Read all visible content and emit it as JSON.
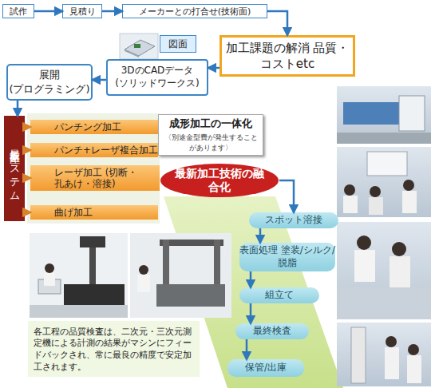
{
  "diagram": {
    "nodes": [
      {
        "text": [
          "試作"
        ]
      },
      {
        "text": [
          "見積り"
        ]
      },
      {
        "text": [
          "メーカーとの打合せ(技術面)"
        ]
      },
      {
        "text": [
          "加工課題の解消 品質・コストetc"
        ]
      },
      {
        "text": [
          "図面"
        ]
      },
      {
        "text": [
          "3DのCADデータ (ソリッドワークス)"
        ]
      },
      {
        "text": [
          "展開 (プログラミング)"
        ]
      },
      {
        "text": [
          "最新鋭生産システム"
        ]
      },
      {
        "text": [
          "パンチング加工"
        ]
      },
      {
        "text": [
          "パンチ+レーザ複合加工"
        ]
      },
      {
        "text": [
          "レーザ加工 (切断・孔あけ・溶接)"
        ]
      },
      {
        "text": [
          "曲げ加工"
        ]
      },
      {
        "text": [
          "成形加工の一体化",
          "〈別途金型費が発生することがあります〉"
        ]
      },
      {
        "text": [
          "最新加工技術の融合化"
        ]
      },
      {
        "text": [
          "スポット溶接"
        ]
      },
      {
        "text": [
          "表面処理 塗装/シルク/脱脂"
        ]
      },
      {
        "text": [
          "組立て"
        ]
      },
      {
        "text": [
          "最終検査"
        ]
      },
      {
        "text": [
          "保管/出庫"
        ]
      },
      {
        "text": [
          "各工程の品質検査は、二次元・三次元測定機による計測の結果がマシンにフィードバックされ、常に最良の精度で安定加工されます。"
        ]
      }
    ],
    "edges": [
      {
        "from": 0,
        "to": 1,
        "arrow": "to"
      },
      {
        "from": 1,
        "to": 2,
        "arrow": "to"
      },
      {
        "from": 2,
        "to": 3,
        "arrow": "to"
      },
      {
        "from": 3,
        "to": 5,
        "arrow": "to"
      },
      {
        "from": 5,
        "to": 6,
        "arrow": "to"
      },
      {
        "from": 6,
        "to": 7,
        "arrow": "to"
      },
      {
        "from": 7,
        "to": 8,
        "arrow": "to"
      },
      {
        "from": 7,
        "to": 9,
        "arrow": "to"
      },
      {
        "from": 7,
        "to": 10,
        "arrow": "to"
      },
      {
        "from": 7,
        "to": 11,
        "arrow": "to"
      },
      {
        "from": 13,
        "to": 14,
        "arrow": "to"
      },
      {
        "from": 14,
        "to": 15,
        "arrow": "to"
      },
      {
        "from": 15,
        "to": 16,
        "arrow": "to"
      },
      {
        "from": 16,
        "to": 17,
        "arrow": "to"
      },
      {
        "from": 17,
        "to": 18,
        "arrow": "to"
      }
    ]
  }
}
